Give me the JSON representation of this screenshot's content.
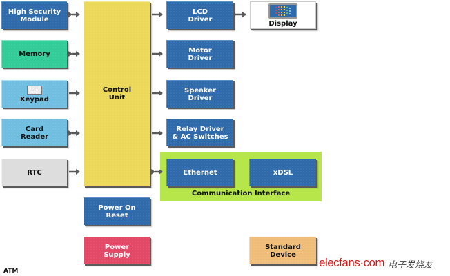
{
  "diagram": {
    "title": "ATM",
    "left_blocks": [
      {
        "id": "high-security-module",
        "line1": "High Security",
        "line2": "Module",
        "color": "#2f6aab",
        "arrow": "bidirectional"
      },
      {
        "id": "memory",
        "line1": "Memory",
        "line2": "",
        "color": "#33cc99",
        "arrow": "bidirectional"
      },
      {
        "id": "keypad",
        "line1": "Keypad",
        "line2": "",
        "color": "#70bfe0",
        "icon": "keypad-icon",
        "arrow": "to-control"
      },
      {
        "id": "card-reader",
        "line1": "Card",
        "line2": "Reader",
        "color": "#70bfe0",
        "arrow": "bidirectional"
      },
      {
        "id": "rtc",
        "line1": "RTC",
        "line2": "",
        "color": "#dddddd",
        "arrow": "to-control"
      }
    ],
    "control_unit": {
      "line1": "Control",
      "line2": "Unit",
      "color": "#ecd95a"
    },
    "right_blocks": [
      {
        "id": "lcd-driver",
        "line1": "LCD",
        "line2": "Driver",
        "color": "#2f6aab",
        "arrow": "from-control"
      },
      {
        "id": "motor-driver",
        "line1": "Motor",
        "line2": "Driver",
        "color": "#2f6aab",
        "arrow": "from-control"
      },
      {
        "id": "speaker-driver",
        "line1": "Speaker",
        "line2": "Driver",
        "color": "#2f6aab",
        "arrow": "from-control"
      },
      {
        "id": "relay-driver",
        "line1": "Relay Driver",
        "line2": "& AC Switches",
        "color": "#2f6aab",
        "arrow": "from-control"
      }
    ],
    "display": {
      "label": "Display",
      "icon": "display-icon",
      "arrow": "from-lcd-driver"
    },
    "communication_interface": {
      "label": "Communication Interface",
      "color": "#b6e64a",
      "arrow": "bidirectional",
      "blocks": [
        {
          "id": "ethernet",
          "label": "Ethernet"
        },
        {
          "id": "xdsl",
          "label": "xDSL"
        }
      ]
    },
    "power_on_reset": {
      "line1": "Power On",
      "line2": "Reset",
      "color": "#2f6aab"
    },
    "power_supply": {
      "line1": "Power",
      "line2": "Supply",
      "color": "#e34866"
    },
    "standard_device": {
      "line1": "Standard",
      "line2": "Device",
      "color": "#efbd78"
    }
  },
  "watermark": {
    "site": "elecfans·com",
    "chinese": "电子发烧友"
  }
}
